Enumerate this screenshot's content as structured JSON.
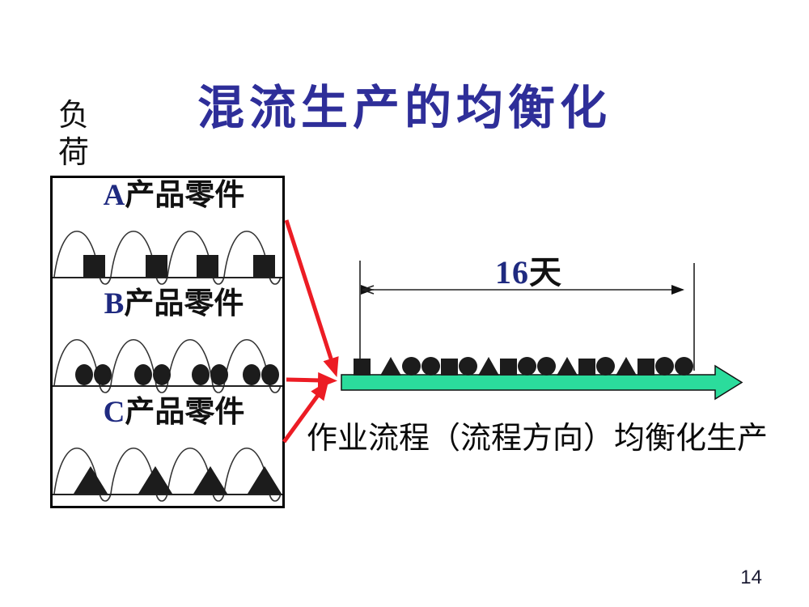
{
  "slide": {
    "title": "混流生产的均衡化",
    "page_number": "14",
    "colors": {
      "title_blue": "#2e2e99",
      "accent_letter_blue": "#1f2a80",
      "red_arrow": "#ec1c24",
      "green_arrow": "#2bdc9c",
      "shape_black": "#1c1c1c"
    }
  },
  "load_panel": {
    "axis_label": "负荷",
    "sections": [
      {
        "letter": "A",
        "label_rest": "产品零件",
        "shape": "square",
        "count": 4
      },
      {
        "letter": "B",
        "label_rest": "产品零件",
        "shape": "circle",
        "count": 8
      },
      {
        "letter": "C",
        "label_rest": "产品零件",
        "shape": "triangle",
        "count": 4
      }
    ]
  },
  "timeline": {
    "duration_number": "16",
    "duration_unit": "天",
    "sequence": [
      "square",
      "triangle",
      "circle",
      "circle",
      "square",
      "circle",
      "triangle",
      "square",
      "circle",
      "circle",
      "triangle",
      "square",
      "circle",
      "triangle",
      "square",
      "circle",
      "circle"
    ],
    "caption": "作业流程（流程方向）均衡化生产"
  }
}
